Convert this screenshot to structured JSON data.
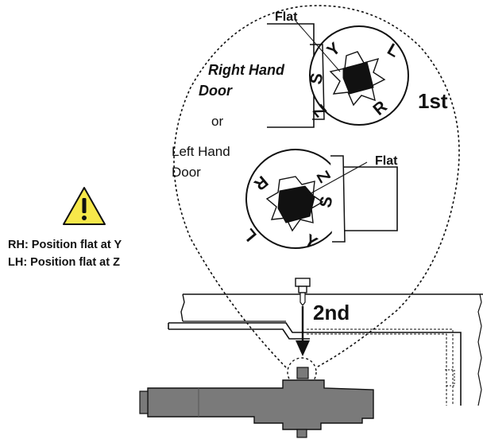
{
  "labels": {
    "flat_top": "Flat",
    "flat_bottom": "Flat",
    "right_hand_door_line1": "Right Hand",
    "right_hand_door_line2": "Door",
    "or": "or",
    "left_hand_door_line1": "Left Hand",
    "left_hand_door_line2": "Door",
    "step1": "1st",
    "step2": "2nd",
    "warning_rh": "RH: Position flat at Y",
    "warning_lh": "LH: Position flat at Z"
  },
  "dial_letters_top": {
    "s": "S",
    "y": "Y",
    "l": "L",
    "r": "R",
    "z": "Z"
  },
  "dial_letters_bottom": {
    "r": "R",
    "z": "Z",
    "s": "S",
    "y": "Y",
    "l": "L"
  },
  "colors": {
    "warning_fill": "#f7e84a",
    "closer_body": "#7a7a7a",
    "ink": "#111111"
  },
  "icons": [
    "warning-icon",
    "bolt-icon",
    "arrow-down-icon"
  ]
}
